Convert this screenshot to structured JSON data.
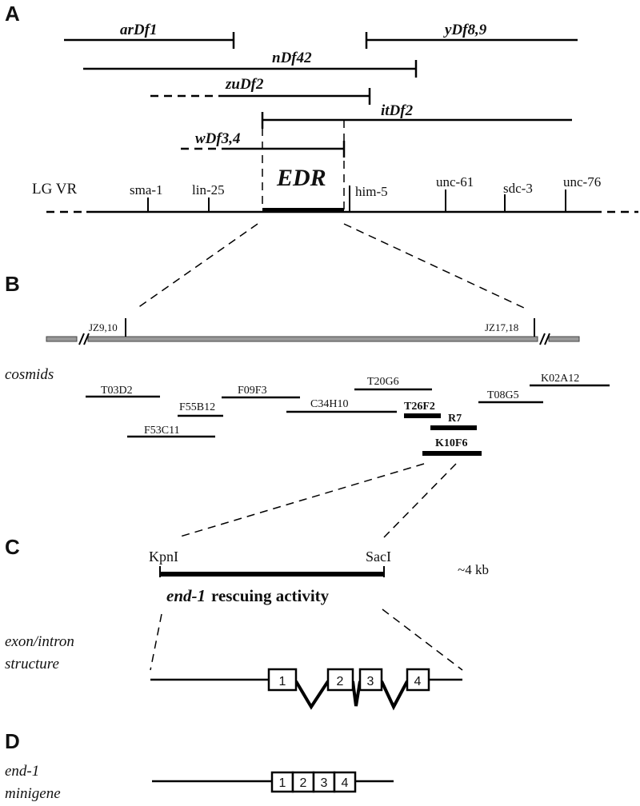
{
  "panels": {
    "a": "A",
    "b": "B",
    "c": "C",
    "d": "D"
  },
  "deficiencies": {
    "arDf1": "arDf1",
    "yDf89": "yDf8,9",
    "nDf42": "nDf42",
    "zuDf2": "zuDf2",
    "itDf2": "itDf2",
    "wDf34": "wDf3,4"
  },
  "linkage_group": "LG VR",
  "region": "EDR",
  "genes": [
    "sma-1",
    "lin-25",
    "him-5",
    "unc-61",
    "sdc-3",
    "unc-76"
  ],
  "markers": {
    "left": "JZ9,10",
    "right": "JZ17,18"
  },
  "cosmids_label": "cosmids",
  "cosmids": [
    "T03D2",
    "F55B12",
    "F09F3",
    "F53C11",
    "C34H10",
    "T20G6",
    "T26F2",
    "R7",
    "K10F6",
    "T08G5",
    "K02A12"
  ],
  "restriction": {
    "left": "KpnI",
    "right": "SacI",
    "size": "~4 kb"
  },
  "rescue": {
    "gene": "end-1",
    "text": "rescuing activity"
  },
  "exon_intron_label": [
    "exon/intron",
    "structure"
  ],
  "exons": [
    "1",
    "2",
    "3",
    "4"
  ],
  "minigene_label": [
    "end-1",
    "minigene"
  ]
}
